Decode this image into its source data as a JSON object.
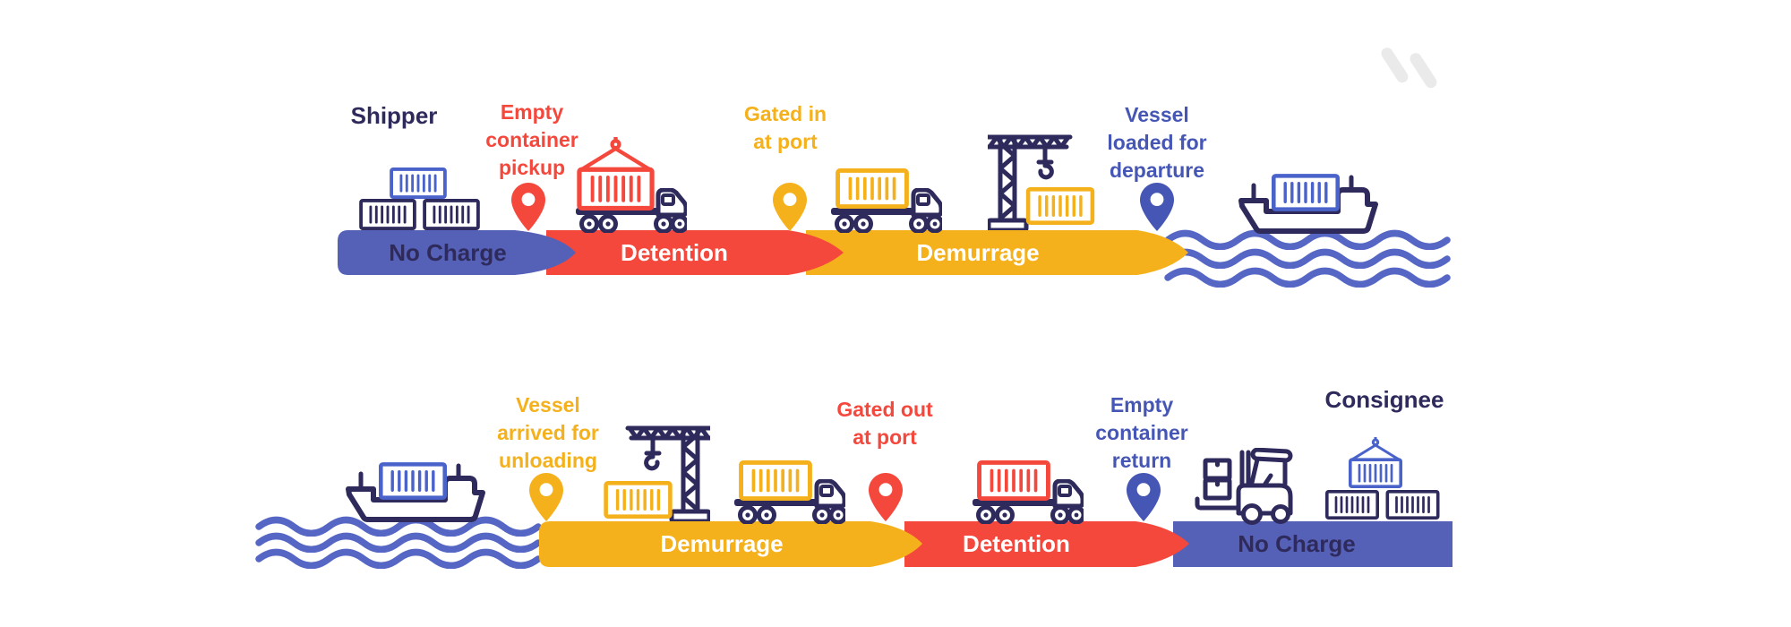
{
  "colors": {
    "background": "#ffffff",
    "navy": "#2e2a5c",
    "red": "#f4483d",
    "yellow": "#f5b11c",
    "indigo_band": "#5560b7",
    "blue_container": "#4a63cb",
    "blue_label": "#4656b4",
    "wave_blue": "#5566c4",
    "watermark_gray": "#eaeaea"
  },
  "top_flow": {
    "actor": "Shipper",
    "milestones": [
      {
        "id": "empty-container-pickup",
        "color": "red",
        "lines": [
          "Empty",
          "container",
          "pickup"
        ]
      },
      {
        "id": "gated-in-at-port",
        "color": "yellow",
        "lines": [
          "Gated in",
          "at port"
        ]
      },
      {
        "id": "vessel-loaded-for-departure",
        "color": "blue",
        "lines": [
          "Vessel",
          "loaded for",
          "departure"
        ]
      }
    ],
    "segments": [
      {
        "label": "No Charge",
        "color": "indigo"
      },
      {
        "label": "Detention",
        "color": "red"
      },
      {
        "label": "Demurrage",
        "color": "yellow"
      }
    ],
    "icons": [
      "container-stack-icon",
      "map-pin-icon",
      "container-truck-icon",
      "map-pin-icon",
      "container-truck-icon",
      "crane-icon",
      "map-pin-icon",
      "cargo-ship-icon",
      "waves-icon"
    ]
  },
  "bottom_flow": {
    "actor": "Consignee",
    "milestones": [
      {
        "id": "vessel-arrived-for-unloading",
        "color": "yellow",
        "lines": [
          "Vessel",
          "arrived for",
          "unloading"
        ]
      },
      {
        "id": "gated-out-at-port",
        "color": "red",
        "lines": [
          "Gated out",
          "at port"
        ]
      },
      {
        "id": "empty-container-return",
        "color": "blue",
        "lines": [
          "Empty",
          "container",
          "return"
        ]
      }
    ],
    "segments": [
      {
        "label": "Demurrage",
        "color": "yellow"
      },
      {
        "label": "Detention",
        "color": "red"
      },
      {
        "label": "No Charge",
        "color": "indigo"
      }
    ],
    "icons": [
      "cargo-ship-icon",
      "waves-icon",
      "map-pin-icon",
      "crane-icon",
      "container-truck-icon",
      "map-pin-icon",
      "container-truck-icon",
      "map-pin-icon",
      "forklift-icon",
      "container-stack-icon"
    ]
  }
}
